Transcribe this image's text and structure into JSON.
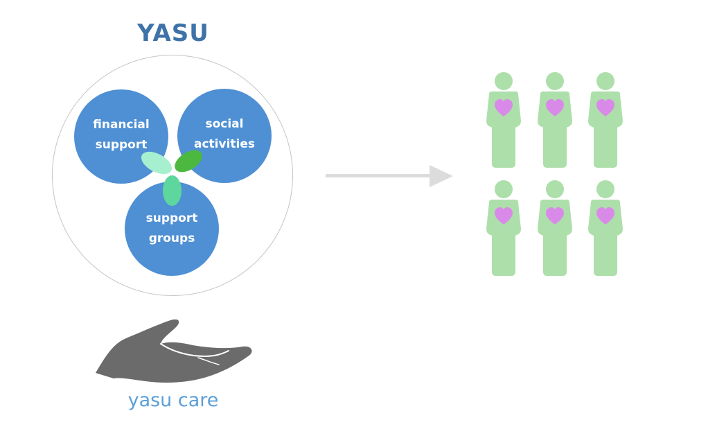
{
  "title": "YASU",
  "bubbles": {
    "financial": "financial\nsupport",
    "social": "social\nactivities",
    "support": "support\ngroups"
  },
  "caption": "yasu care",
  "icons": {
    "hand": "open-hand-icon",
    "arrow": "right-arrow-icon",
    "person": "person-with-heart-icon"
  },
  "people_count": 6,
  "colors": {
    "title": "#3f72a8",
    "bubble": "#4f90d4",
    "leaf_light": "#a6f0cf",
    "leaf_dark": "#4cb83f",
    "leaf_mid": "#5dd79e",
    "caption": "#5b9fd8",
    "hand": "#6b6b6b",
    "arrow": "#dcdcdc",
    "person": "#addfaa",
    "heart": "#d98ae8"
  }
}
